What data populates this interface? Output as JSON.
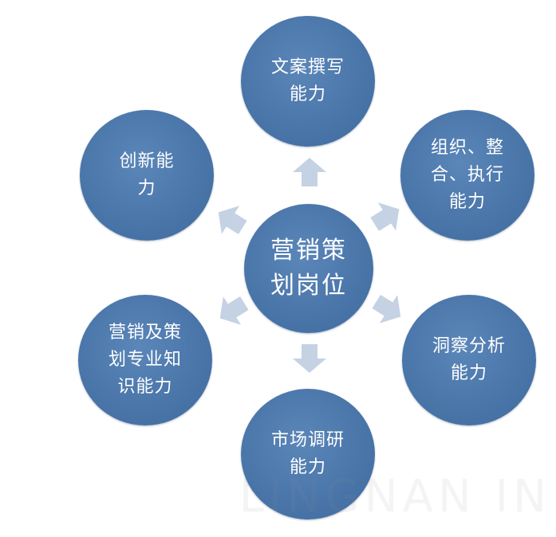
{
  "diagram": {
    "center": {
      "label": "营销策\n划岗位"
    },
    "nodes": [
      {
        "id": "copywriting",
        "label": "文案撰写\n能力"
      },
      {
        "id": "organize",
        "label": "组织、整\n合、执行\n能力"
      },
      {
        "id": "insight",
        "label": "洞察分析\n能力"
      },
      {
        "id": "market-research",
        "label": "市场调研\n能力"
      },
      {
        "id": "professional-knowledge",
        "label": "营销及策\n划专业知\n识能力"
      },
      {
        "id": "innovation",
        "label": "创新能\n力"
      }
    ],
    "colors": {
      "node_fill": "#4a76aa",
      "arrow_fill": "#c5d2e4",
      "text": "#ffffff"
    }
  },
  "watermark": {
    "text": "LINGNAN IN"
  }
}
